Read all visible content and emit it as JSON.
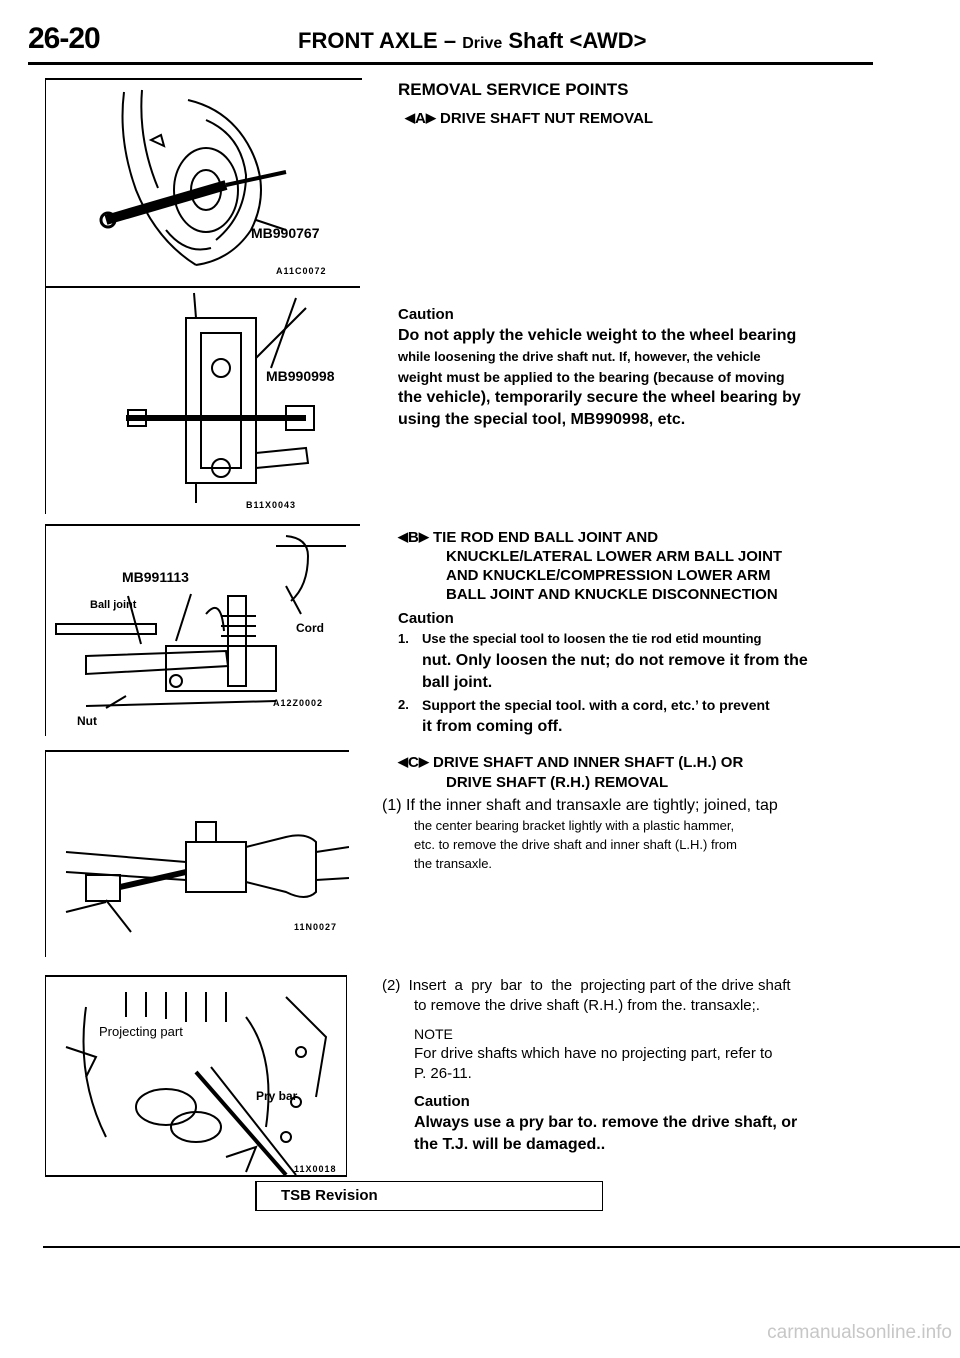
{
  "header": {
    "page_number": "26-20",
    "title_main": "FRONT AXLE –",
    "title_drive": "Drive",
    "title_shaft": "Shaft",
    "title_tag": "<AWD>"
  },
  "figures": {
    "fig1": {
      "tool": "MB990767",
      "code": "A11C0072"
    },
    "fig2": {
      "tool": "MB990998",
      "code": "B11X0043"
    },
    "fig3": {
      "tool": "MB991113",
      "ball_joint": "Ball joint",
      "cord": "Cord",
      "nut": "Nut",
      "code": "A12Z0002"
    },
    "fig4": {
      "code": "11N0027"
    },
    "fig5": {
      "projecting": "Projecting part",
      "pry_bar": "Pry bar",
      "code": "11X0018"
    }
  },
  "content": {
    "section_title": "REMOVAL SERVICE POINTS",
    "a": {
      "marker": "A",
      "title": "DRIVE SHAFT NUT REMOVAL",
      "caution_label": "Caution",
      "line1": "Do not apply the vehicle weight to the wheel bearing",
      "line2": "while loosening the drive shaft nut. If, however, the vehicle",
      "line3": "weight must be applied to the bearing (because of moving",
      "line4": "the vehicle), temporarily secure the wheel bearing by",
      "line5": "using the special tool, MB990998, etc."
    },
    "b": {
      "marker": "B",
      "title_l1": "TIE ROD END BALL JOINT AND",
      "title_l2": "KNUCKLE/LATERAL LOWER ARM BALL JOINT",
      "title_l3": "AND KNUCKLE/COMPRESSION LOWER ARM",
      "title_l4": "BALL JOINT AND KNUCKLE DISCONNECTION",
      "caution_label": "Caution",
      "item1_num": "1.",
      "item1_l1": "Use the special tool to loosen the tie rod etid mounting",
      "item1_l2": "nut. Only loosen the nut; do not remove it from the",
      "item1_l3": "ball joint.",
      "item2_num": "2.",
      "item2_l1": "Support the special tool. with a cord, etc.’ to prevent",
      "item2_l2": "it from coming off."
    },
    "c": {
      "marker": "C",
      "title_l1": "DRIVE SHAFT AND INNER SHAFT (L.H.) OR",
      "title_l2": "DRIVE SHAFT (R.H.) REMOVAL",
      "step1_l1": "(1) If the inner shaft and transaxle are tightly; joined, tap",
      "step1_l2": "the center bearing bracket lightly with a plastic hammer,",
      "step1_l3": "etc. to remove the drive shaft and inner shaft (L.H.) from",
      "step1_l4": "the  transaxle.",
      "step2_l1": "(2)  Insert  a  pry  bar  to  the  projecting part of the drive shaft",
      "step2_l2": "to remove the drive shaft (R.H.) from the. transaxle;.",
      "note_label": "NOTE",
      "note_l1": "For drive shafts which have no projecting part, refer to",
      "note_l2": "P. 26-11.",
      "caution_label": "Caution",
      "caution_l1": "Always use a pry bar to. remove the drive shaft, or",
      "caution_l2": "the T.J. will be damaged.."
    }
  },
  "footer": {
    "tsb": "TSB Revision",
    "watermark": "carmanualsonline.info"
  }
}
